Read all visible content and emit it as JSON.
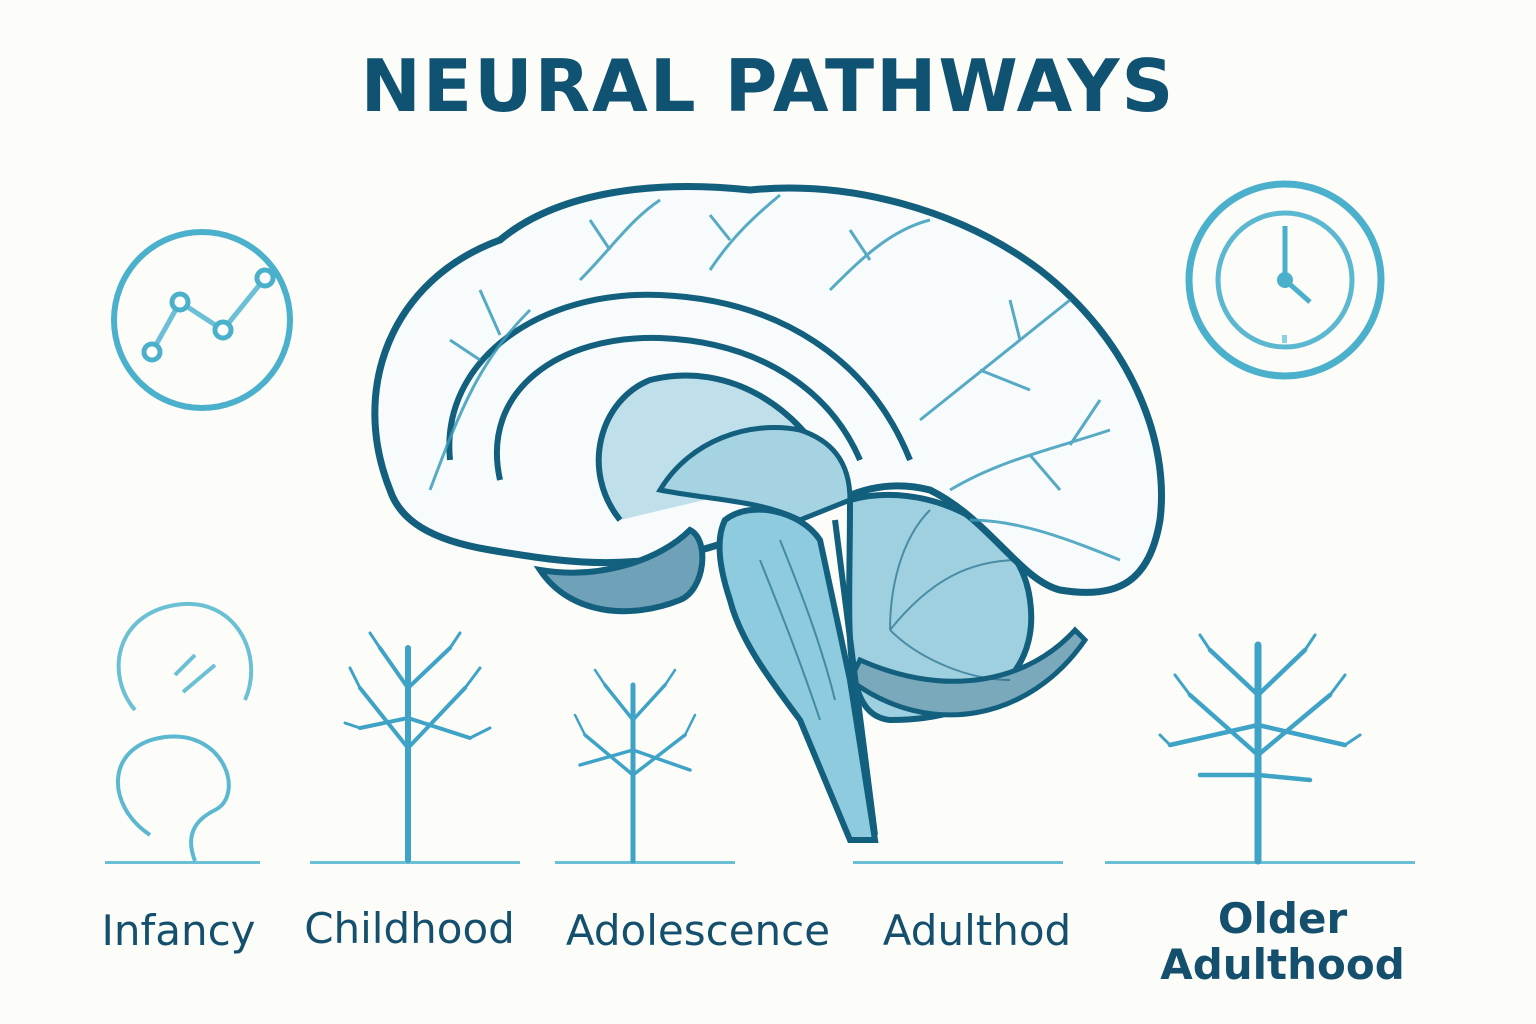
{
  "title": "NEURAL PATHWAYS",
  "colors": {
    "background": "#fcfcf8",
    "title": "#0f5272",
    "outline": "#135f7e",
    "accent": "#4bb0cc",
    "fill_light": "#b9dfe8",
    "fill_mid": "#6fa9bf"
  },
  "icons": {
    "top_left": "line-chart-icon",
    "top_right": "clock-icon"
  },
  "stages": [
    {
      "label": "Infancy",
      "icon": "seedling-bulb-icon"
    },
    {
      "label": "Childhood",
      "icon": "tree-icon"
    },
    {
      "label": "Adolescence",
      "icon": "tree-icon"
    },
    {
      "label": "Adulthod",
      "icon": "brainstem-icon"
    },
    {
      "label_line1": "Older",
      "label_line2": "Adulthood",
      "icon": "tree-icon"
    }
  ]
}
